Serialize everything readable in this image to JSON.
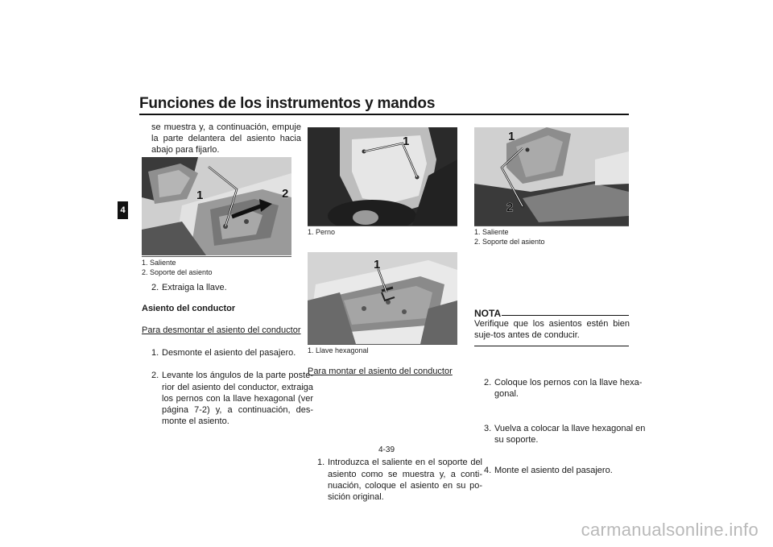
{
  "header": {
    "title": "Funciones de los instrumentos y mandos",
    "chapter_tab": "4"
  },
  "col1": {
    "intro": "se muestra y, a continuación, empuje la parte delantera del asiento hacia abajo para fijarlo.",
    "figure": {
      "callouts": [
        "1",
        "2"
      ]
    },
    "captions": [
      "1.  Saliente",
      "2.  Soporte del asiento"
    ],
    "step2": {
      "num": "2.",
      "text": "Extraiga la llave."
    },
    "section_heading": "Asiento del conductor",
    "remove_heading": "Para desmontar el asiento del conductor",
    "steps": [
      {
        "num": "1.",
        "text": "Desmonte el asiento del pasajero."
      },
      {
        "num": "2.",
        "text": "Levante los ángulos de la parte poste-rior del asiento del conductor, extraiga los pernos con la llave hexagonal (ver página 7-2) y, a continuación, des-monte el asiento."
      }
    ]
  },
  "col2": {
    "figure1": {
      "callouts": [
        "1"
      ]
    },
    "caption1": [
      "1.  Perno"
    ],
    "figure2": {
      "callouts": [
        "1"
      ]
    },
    "caption2": [
      "1.  Llave hexagonal"
    ],
    "install_heading": "Para montar el asiento del conductor",
    "steps": [
      {
        "num": "1.",
        "text": "Introduzca el saliente en el soporte del asiento como se muestra y, a conti-nuación, coloque el asiento en su po-sición original."
      }
    ]
  },
  "col3": {
    "figure": {
      "callouts": [
        "1",
        "2"
      ]
    },
    "captions": [
      "1.  Saliente",
      "2.  Soporte del asiento"
    ],
    "steps": [
      {
        "num": "2.",
        "text": "Coloque los pernos con la llave hexa-gonal."
      },
      {
        "num": "3.",
        "text": "Vuelva a colocar la llave hexagonal en su soporte."
      },
      {
        "num": "4.",
        "text": "Monte el asiento del pasajero."
      }
    ],
    "nota": {
      "heading": "NOTA",
      "text": "Verifique que los asientos estén bien suje-tos antes de conducir."
    }
  },
  "footer": {
    "page_number": "4-39",
    "watermark": "carmanualsonline.info"
  }
}
